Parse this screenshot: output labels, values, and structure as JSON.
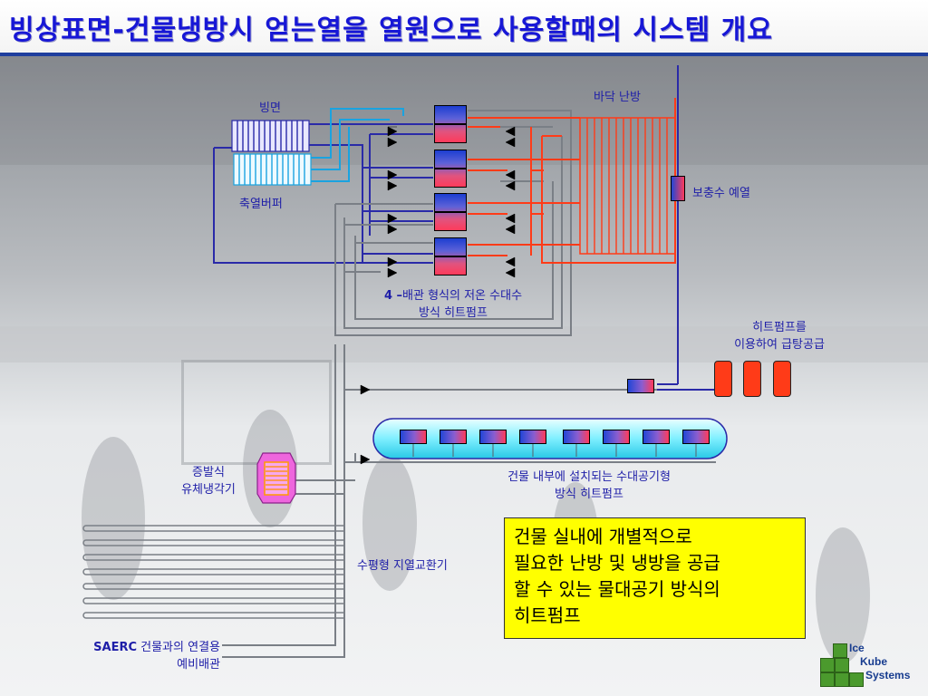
{
  "title": "빙상표면-건물냉방시 얻는열을 열원으로 사용할때의 시스템 개요",
  "labels": {
    "ice_surface": "빙면",
    "floor_heating": "바닥 난방",
    "storage_buffer": "축열버퍼",
    "makeup_preheat": "보충수 예열",
    "heatpump_title_prefix": "4 –",
    "heatpump_title_rest": "배관 형식의 저온 수대수",
    "heatpump_title_line2": "방식 히트펌프",
    "hotwater_line1": "히트펌프를",
    "hotwater_line2": "이용하여 급탕공급",
    "indoor_hp_line1": "건물 내부에 설치되는 수대공기형",
    "indoor_hp_line2": "방식 히트펌프",
    "evap_line1": "증발식",
    "evap_line2": "유체냉각기",
    "ground_hx": "수평형 지열교환기",
    "saerc_prefix": "SAERC",
    "saerc_rest": " 건물과의 연결용",
    "saerc_line2": "예비배관"
  },
  "note": {
    "line1": "건물 실내에 개별적으로",
    "line2": "필요한 난방 및 냉방을 공급",
    "line3": "할 수 있는 물대공기 방식의",
    "line4": "히트펌프"
  },
  "logo": {
    "line1": "Ice",
    "line2": "Kube",
    "line3": "Systems"
  },
  "colors": {
    "title": "#1717d6",
    "label": "#1e1ea8",
    "cold_pipe": "#2a2aa8",
    "cyan_pipe": "#1aa3e0",
    "hot_pipe": "#ff3b18",
    "grey_pipe": "#7a7f86",
    "note_bg": "#ffff00"
  }
}
